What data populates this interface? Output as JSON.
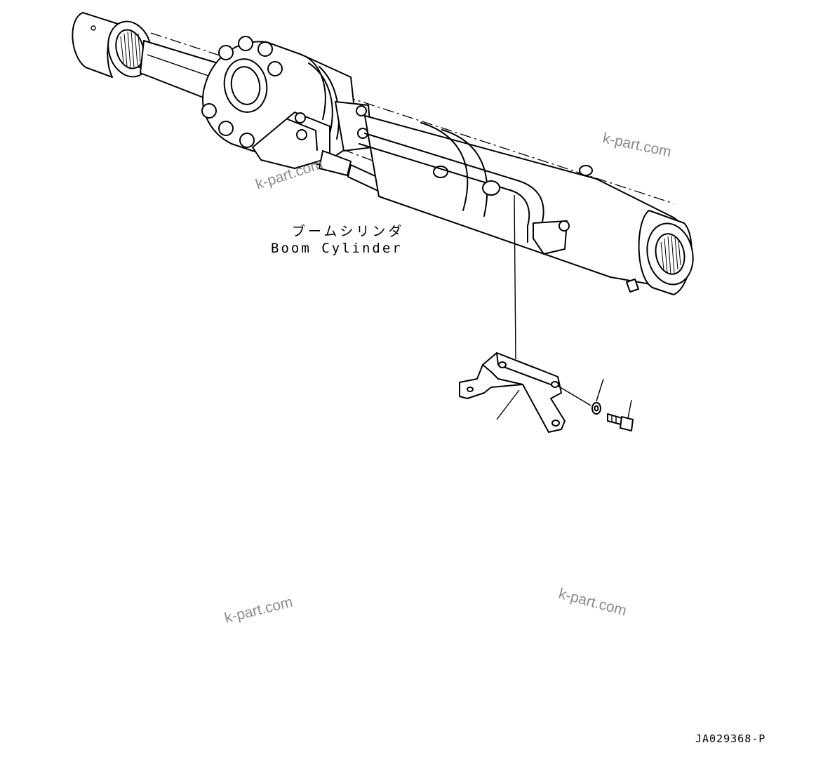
{
  "labels": {
    "part_name_jp": "ブームシリンダ",
    "part_name_en": "Boom Cylinder",
    "drawing_code": "JA029368-P"
  },
  "watermarks": [
    "k-part.com",
    "k-part.com",
    "k-part.com",
    "k-part.com"
  ]
}
